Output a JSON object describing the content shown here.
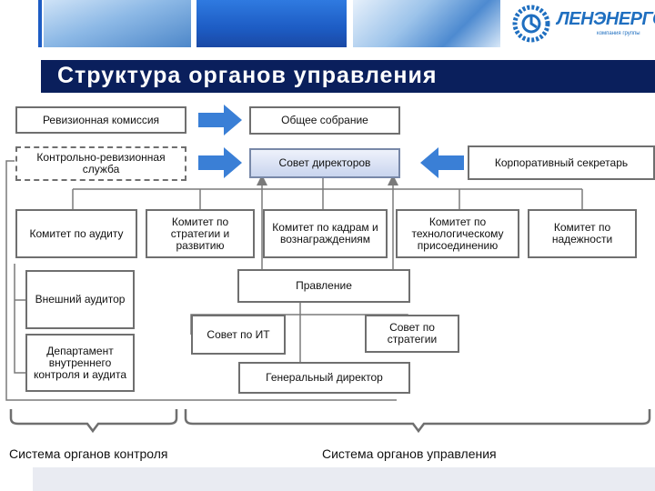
{
  "header": {
    "title": "Структура органов управления",
    "logo_text": "ЛЕНЭНЕРГО",
    "logo_subtext": "компания группы"
  },
  "boxes": {
    "audit_commission": "Ревизионная комиссия",
    "general_meeting": "Общее собрание",
    "control_audit_service": "Контрольно-ревизионная служба",
    "board_of_directors": "Совет директоров",
    "corporate_secretary": "Корпоративный секретарь",
    "audit_committee": "Комитет по аудиту",
    "strategy_committee": "Комитет по стратегии и развитию",
    "hr_committee": "Комитет по кадрам и вознаграждениям",
    "tech_connection_committee": "Комитет по технологическому присоединению",
    "reliability_committee": "Комитет по надежности",
    "management_board": "Правление",
    "external_auditor": "Внешний аудитор",
    "it_council": "Совет по ИТ",
    "strategy_council": "Совет по стратегии",
    "internal_control_dept": "Департамент внутреннего контроля и аудита",
    "general_director": "Генеральный директор"
  },
  "captions": {
    "control_system": "Система органов контроля",
    "management_system": "Система органов управления"
  },
  "colors": {
    "navy": "#0a1f5c",
    "arrow_blue": "#3a7fd6",
    "box_border": "#6f6f6f",
    "logo_blue": "#1f6fc0"
  }
}
